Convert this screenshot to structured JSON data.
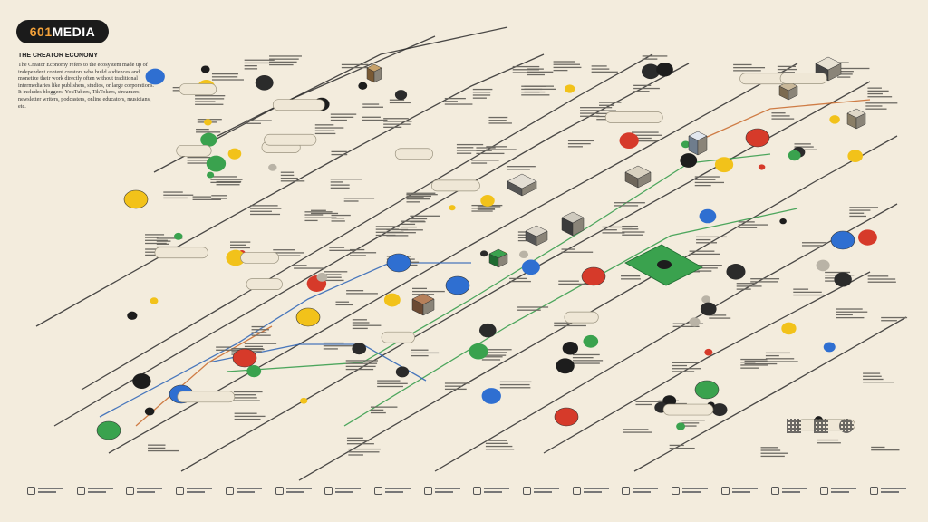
{
  "brand": {
    "logo_text_a": "601",
    "logo_text_b": "MEDIA"
  },
  "intro": {
    "title": "THE CREATOR ECONOMY",
    "body": "The Creator Economy refers to the ecosystem made up of independent content creators who build audiences and monetize their work directly often without traditional intermediaries like publishers, studios, or large corporations. It includes bloggers, YouTubers, TikTokers, streamers, newsletter writers, podcasters, online educators, musicians, etc."
  },
  "colors": {
    "background": "#f3ecdd",
    "line_dark": "#2b2b2b",
    "line_green": "#2f9a46",
    "line_blue": "#2a63b6",
    "line_orange": "#c8682a",
    "accent_yellow": "#f2c21a",
    "accent_red": "#d63a2a",
    "accent_blue": "#2f6fd1",
    "accent_green": "#3aa24e"
  },
  "footer": {
    "item_count": 18
  }
}
